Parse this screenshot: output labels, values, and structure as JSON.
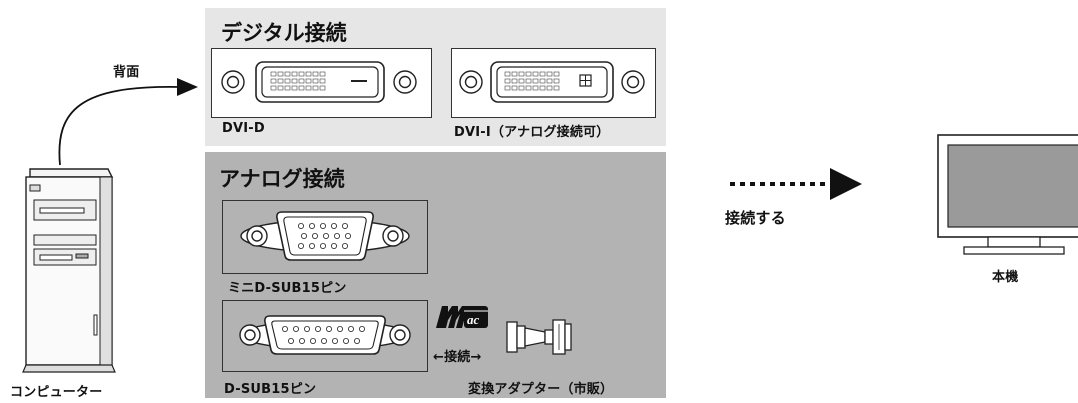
{
  "computer": {
    "label": "コンピューター",
    "back_label": "背面"
  },
  "digital": {
    "title": "デジタル接続",
    "dvi_d_label": "DVI-D",
    "dvi_i_label": "DVI-I（アナログ接続可）"
  },
  "analog": {
    "title": "アナログ接続",
    "mini_dsub_label": "ミニD-SUB15ピン",
    "dsub_label": "D-SUB15ピン",
    "adapter_label": "変換アダプター（市販）",
    "connect_arrow_label": "←接続→"
  },
  "connection": {
    "label": "接続する"
  },
  "monitor": {
    "label": "本機"
  }
}
